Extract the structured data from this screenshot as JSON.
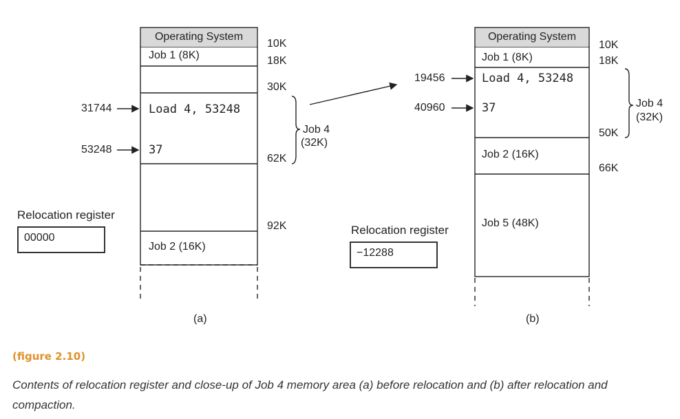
{
  "panel_a": {
    "segments": {
      "os": "Operating System",
      "job1": "Job 1   (8K)",
      "load": "Load 4, 53248",
      "val": "37",
      "job2": "Job 2   (16K)"
    },
    "right_labels": [
      "10K",
      "18K",
      "30K",
      "62K",
      "92K"
    ],
    "brace_label": [
      "Job 4",
      "(32K)"
    ],
    "left_addresses": [
      "31744",
      "53248"
    ],
    "register_label": "Relocation register",
    "register_value": "00000",
    "caption": "(a)"
  },
  "panel_b": {
    "segments": {
      "os": "Operating System",
      "job1": "Job 1   (8K)",
      "load": "Load 4, 53248",
      "val": "37",
      "job2": "Job 2   (16K)",
      "job5": "Job 5   (48K)"
    },
    "right_labels": [
      "10K",
      "18K",
      "50K",
      "66K"
    ],
    "brace_label": [
      "Job 4",
      "(32K)"
    ],
    "left_addresses": [
      "19456",
      "40960"
    ],
    "register_label": "Relocation register",
    "register_value": "−12288",
    "caption": "(b)"
  },
  "figure": {
    "label": "(figure 2.10)",
    "caption": "Contents of relocation register and close-up of Job 4 memory area (a) before relocation and (b) after relocation and compaction."
  },
  "colors": {
    "header_fill": "#d9d9d9",
    "figure_label": "#e0912a"
  }
}
